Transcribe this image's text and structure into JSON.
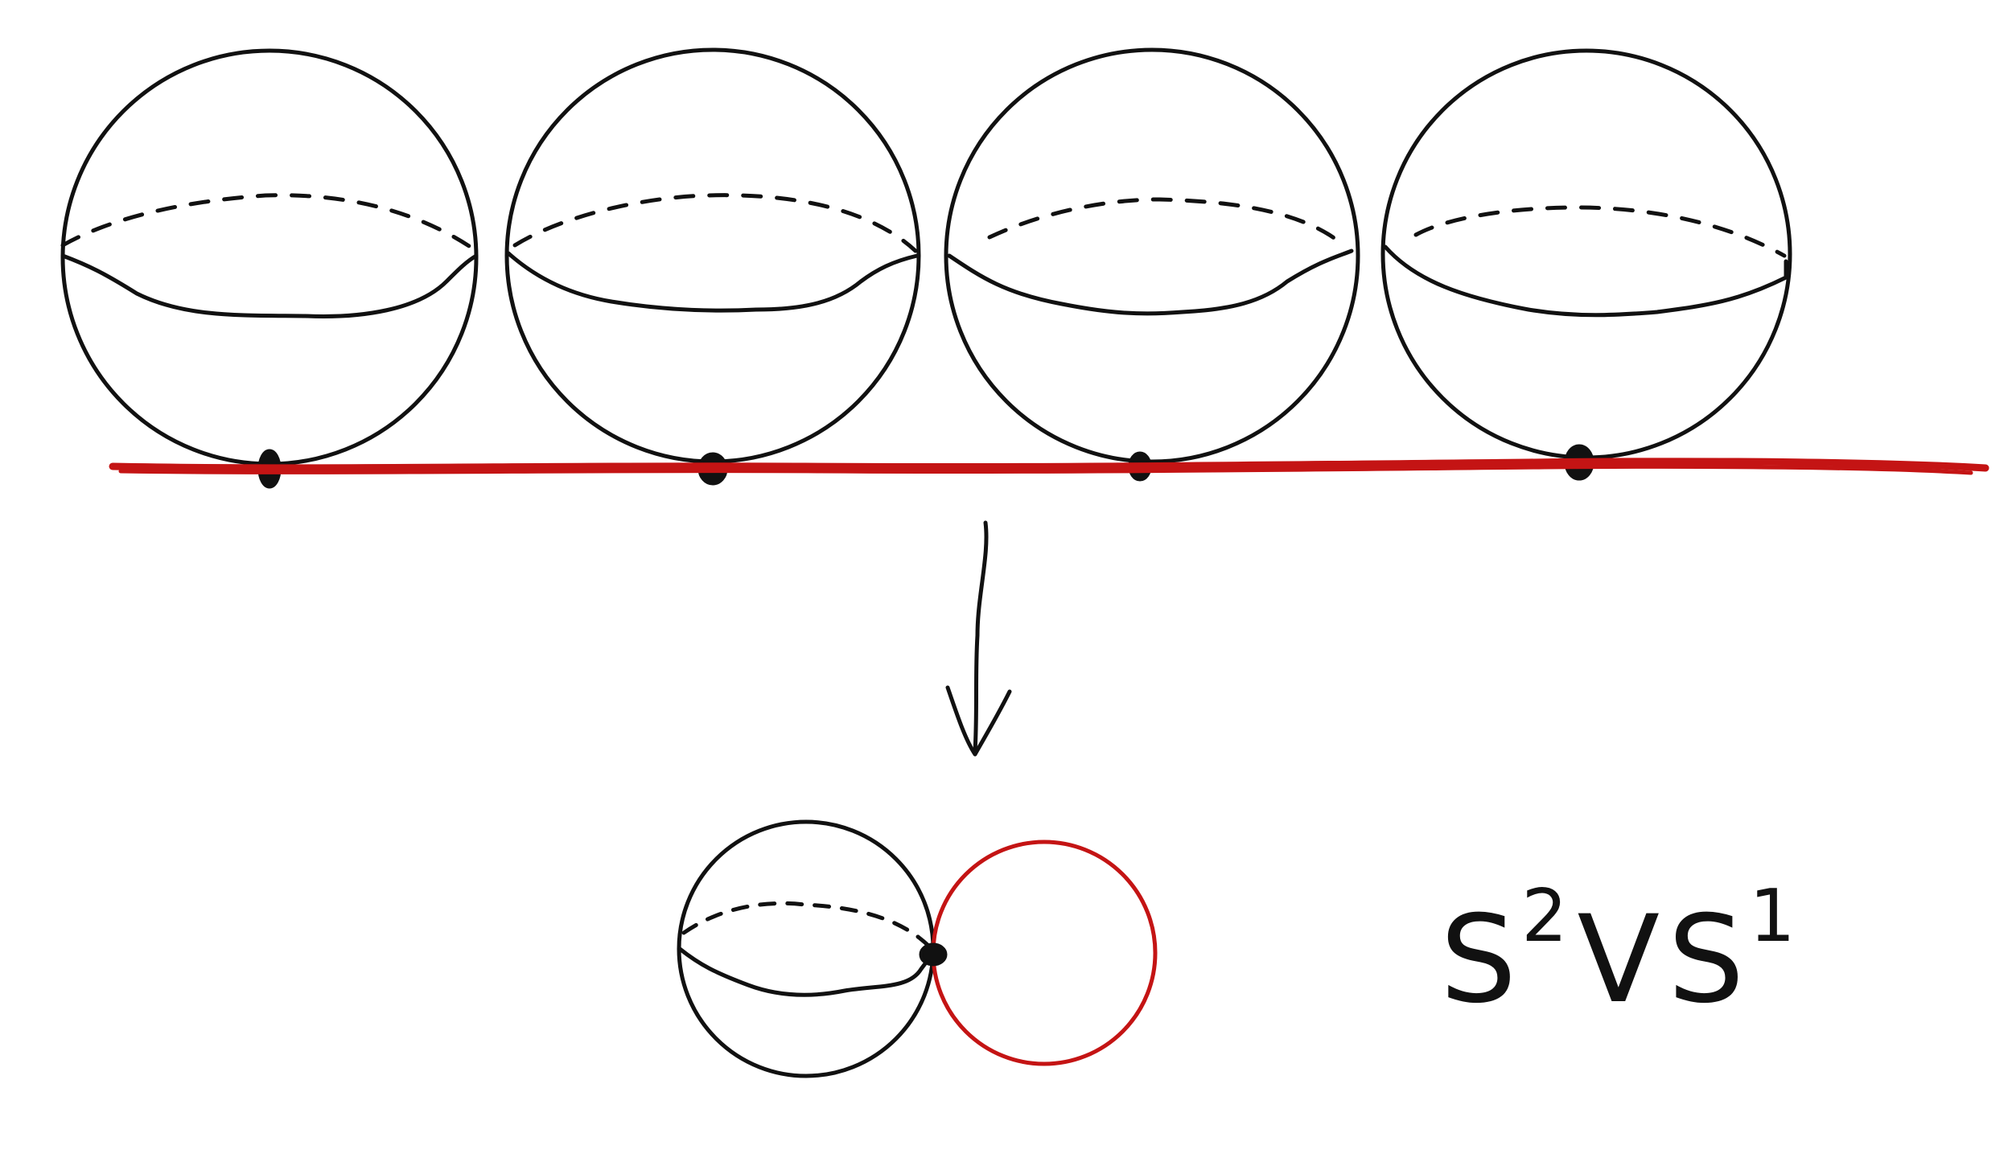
{
  "colors": {
    "ink": "#111111",
    "accent_red": "#c41414",
    "background": "#ffffff"
  },
  "top_row": {
    "sphere_count": 4,
    "line_color": "accent_red"
  },
  "arrow": {
    "direction": "down"
  },
  "result": {
    "label": {
      "base1": "S",
      "exp1": "2",
      "wedge": "V",
      "base2": "S",
      "exp2": "1"
    }
  }
}
